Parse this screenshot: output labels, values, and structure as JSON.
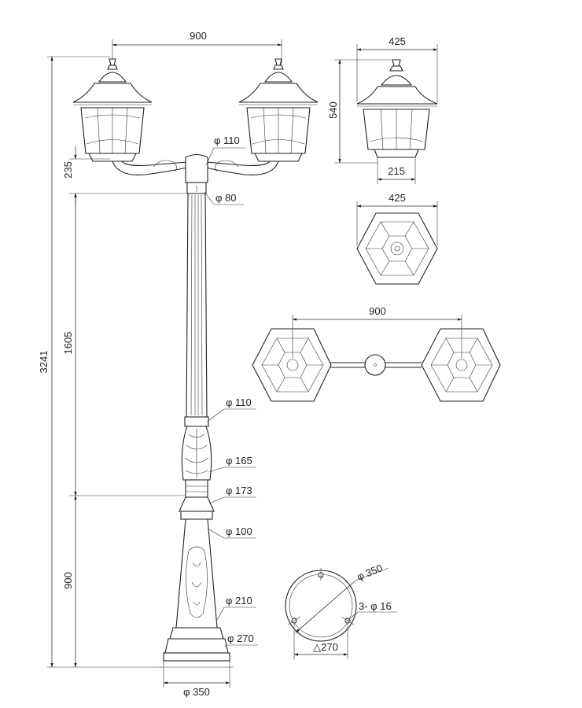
{
  "dimensions": {
    "top_span": "900",
    "lantern_width": "425",
    "lantern_height": "540",
    "lantern_base": "215",
    "plan_lantern_width": "425",
    "plan_span": "900",
    "total_height": "3241",
    "arm_height": "235",
    "shaft_height": "1605",
    "base_height": "900",
    "phi_110_top": "φ 110",
    "phi_80": "φ 80",
    "phi_110_mid": "φ 110",
    "phi_165": "φ 165",
    "phi_173": "φ 173",
    "phi_100": "φ 100",
    "phi_210": "φ 210",
    "phi_270": "φ 270",
    "phi_350_bottom": "φ 350",
    "flange_dia": "φ 350",
    "bolt_holes": "3- φ 16",
    "bolt_pcd": "△270"
  },
  "colors": {
    "line": "#222222",
    "background": "#ffffff"
  }
}
